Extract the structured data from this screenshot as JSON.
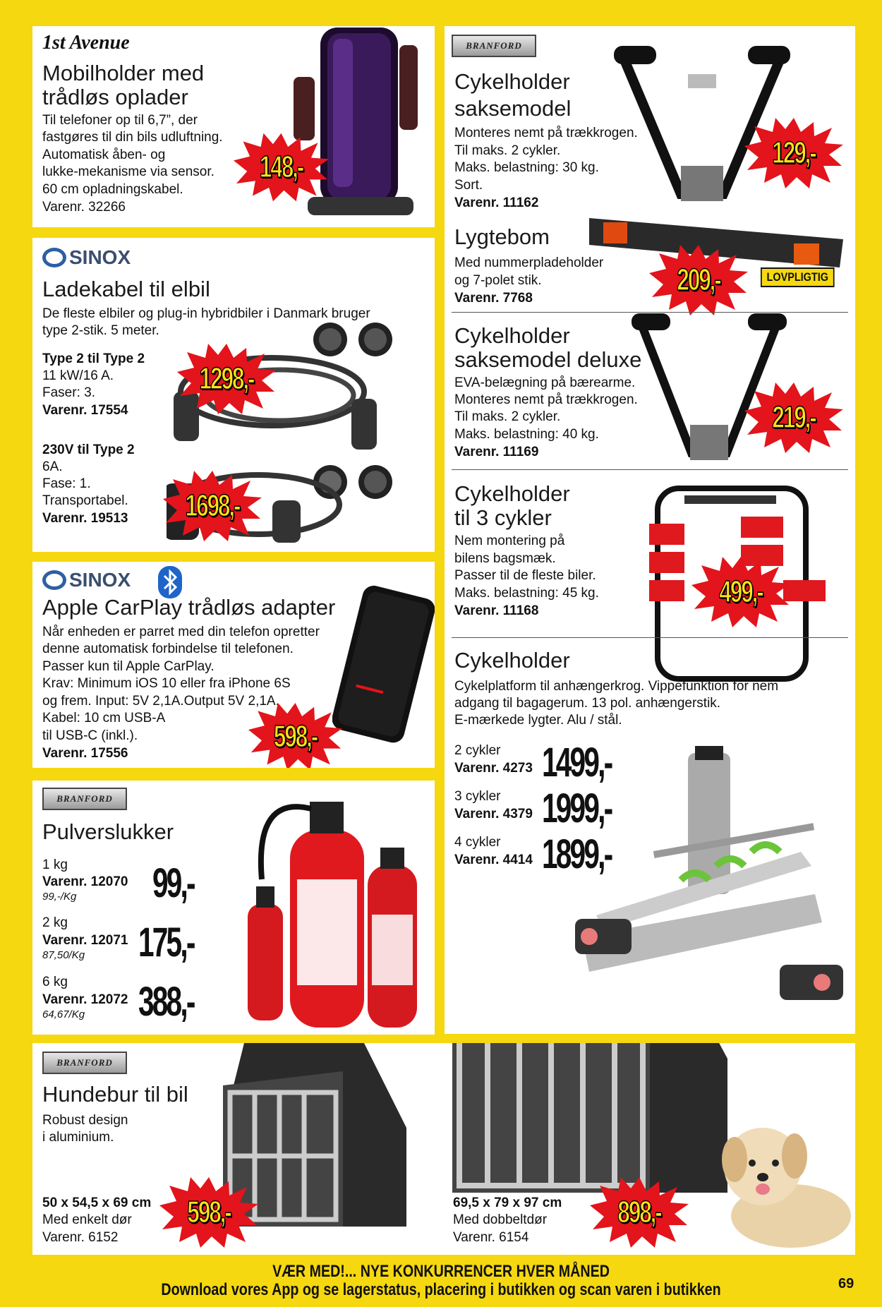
{
  "mobile_holder": {
    "brand": "1st Avenue",
    "title_line1": "Mobilholder med",
    "title_line2": "trådløs oplader",
    "desc": [
      "Til telefoner op til 6,7”, der",
      "fastgøres til din bils udluftning.",
      "Automatisk åben- og",
      "lukke-mekanisme via sensor.",
      "60 cm opladningskabel."
    ],
    "varenr": "Varenr. 32266",
    "price": "148,-"
  },
  "ev_cable": {
    "brand": "SINOX",
    "title": "Ladekabel til elbil",
    "desc": [
      "De fleste elbiler og plug-in hybridbiler i Danmark bruger",
      "type 2-stik. 5 meter."
    ],
    "v1_name": "Type 2 til Type 2",
    "v1_desc": [
      "11 kW/16 A.",
      "Faser: 3."
    ],
    "v1_varenr": "Varenr. 17554",
    "v1_price": "1298,-",
    "v2_name": "230V til Type 2",
    "v2_desc": [
      "6A.",
      "Fase: 1.",
      "Transportabel."
    ],
    "v2_varenr": "Varenr. 19513",
    "v2_price": "1698,-"
  },
  "carplay": {
    "brand": "SINOX",
    "title": "Apple CarPlay trådløs adapter",
    "desc": [
      "Når enheden er parret med din telefon opretter",
      "denne automatisk forbindelse til telefonen.",
      "Passer kun til Apple CarPlay.",
      "Krav: Minimum iOS 10 eller fra iPhone 6S",
      "og frem. Input: 5V 2,1A.Output 5V 2,1A.",
      "Kabel: 10 cm USB-A",
      "til USB-C (inkl.)."
    ],
    "varenr": "Varenr. 17556",
    "price": "598,-"
  },
  "extinguisher": {
    "brand": "BRANFORD",
    "title": "Pulverslukker",
    "items": [
      {
        "size": "1 kg",
        "varenr": "Varenr. 12070",
        "unit": "99,-/Kg",
        "price": "99,-"
      },
      {
        "size": "2 kg",
        "varenr": "Varenr. 12071",
        "unit": "87,50/Kg",
        "price": "175,-"
      },
      {
        "size": "6 kg",
        "varenr": "Varenr. 12072",
        "unit": "64,67/Kg",
        "price": "388,-"
      }
    ]
  },
  "bike_scissor": {
    "brand": "BRANFORD",
    "title_line1": "Cykelholder",
    "title_line2": "saksemodel",
    "desc": [
      "Monteres nemt på trækkrogen.",
      "Til maks. 2 cykler.",
      "Maks. belastning: 30 kg.",
      "Sort."
    ],
    "varenr": "Varenr. 11162",
    "price": "129,-"
  },
  "light_bar": {
    "title": "Lygtebom",
    "desc": [
      "Med nummerpladeholder",
      "og 7-polet stik."
    ],
    "varenr": "Varenr. 7768",
    "price": "209,-",
    "badge": "LOVPLIGTIG"
  },
  "bike_deluxe": {
    "title_line1": "Cykelholder",
    "title_line2": "saksemodel deluxe",
    "desc": [
      "EVA-belægning på bærearme.",
      "Monteres nemt på trækkrogen.",
      "Til maks. 2 cykler.",
      "Maks. belastning: 40 kg."
    ],
    "varenr": "Varenr. 11169",
    "price": "219,-"
  },
  "bike_3": {
    "title_line1": "Cykelholder",
    "title_line2": "til 3 cykler",
    "desc": [
      "Nem montering på",
      "bilens bagsmæk.",
      "Passer til de fleste biler.",
      "Maks. belastning: 45 kg."
    ],
    "varenr": "Varenr. 11168",
    "price": "499,-"
  },
  "bike_platform": {
    "title": "Cykelholder",
    "desc": [
      "Cykelplatform til anhængerkrog. Vippefunktion for nem",
      "adgang til bagagerum. 13 pol. anhængerstik.",
      "E-mærkede lygter. Alu / stål."
    ],
    "items": [
      {
        "size": "2 cykler",
        "varenr": "Varenr. 4273",
        "price": "1499,-"
      },
      {
        "size": "3 cykler",
        "varenr": "Varenr. 4379",
        "price": "1999,-"
      },
      {
        "size": "4 cykler",
        "varenr": "Varenr. 4414",
        "price": "1899,-"
      }
    ]
  },
  "dog_cage": {
    "brand": "BRANFORD",
    "title": "Hundebur til bil",
    "desc": [
      "Robust design",
      "i aluminium."
    ],
    "v1_size": "50 x 54,5 x 69 cm",
    "v1_door": "Med enkelt dør",
    "v1_varenr": "Varenr. 6152",
    "v1_price": "598,-",
    "v2_size": "69,5 x 79 x 97 cm",
    "v2_door": "Med dobbeltdør",
    "v2_varenr": "Varenr. 6154",
    "v2_price": "898,-"
  },
  "footer": {
    "line1": "VÆR MED!... NYE KONKURRENCER HVER MÅNED",
    "line2": "Download vores App og se lagerstatus, placering i butikken og scan varen i butikken",
    "page_number": "69"
  },
  "colors": {
    "page_bg": "#f5d80f",
    "price_fill": "#ffe21a",
    "burst_red": "#e3141b"
  }
}
